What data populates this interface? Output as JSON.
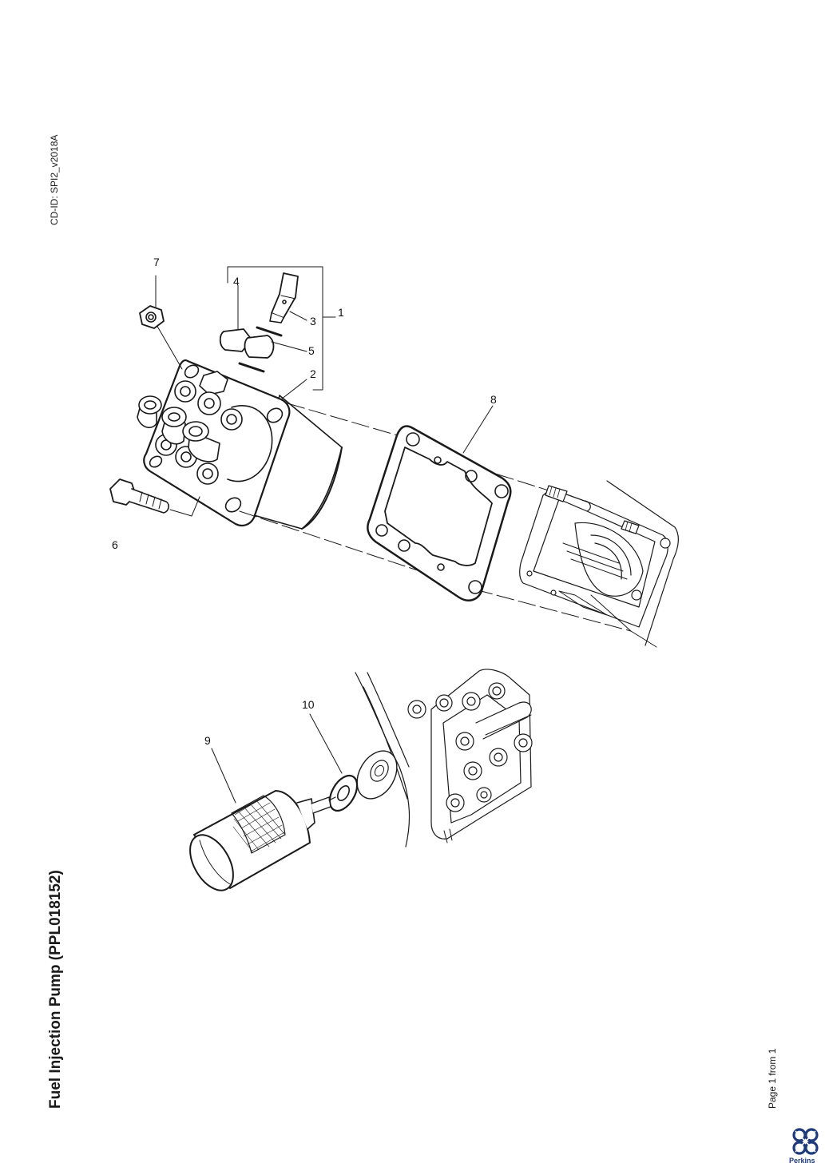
{
  "header": {
    "cd_id": "CD-ID: SPI2_v2018A"
  },
  "document": {
    "title": "Fuel Injection Pump (PPL018152)"
  },
  "footer": {
    "page": "Page 1 from 1"
  },
  "logo": {
    "name": "perkins-logo",
    "text": "Perkins",
    "color": "#1f3a7a"
  },
  "callouts": [
    {
      "id": "1",
      "label": "1"
    },
    {
      "id": "2",
      "label": "2"
    },
    {
      "id": "3",
      "label": "3"
    },
    {
      "id": "4",
      "label": "4"
    },
    {
      "id": "5",
      "label": "5"
    },
    {
      "id": "6",
      "label": "6"
    },
    {
      "id": "7",
      "label": "7"
    },
    {
      "id": "8",
      "label": "8"
    },
    {
      "id": "9",
      "label": "9"
    },
    {
      "id": "10",
      "label": "10"
    }
  ]
}
